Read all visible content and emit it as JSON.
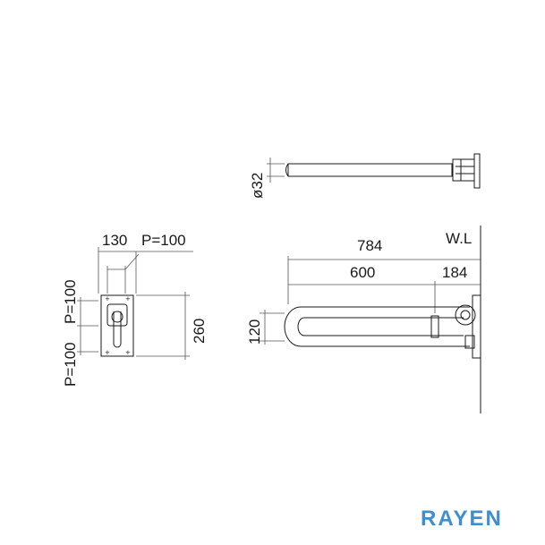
{
  "drawing": {
    "side_view": {
      "diameter_label": "ø32"
    },
    "front_view": {
      "waterline_label": "W.L",
      "overall_length_label": "784",
      "bar_length_label": "600",
      "bracket_offset_label": "184",
      "height_label": "120"
    },
    "base_plate": {
      "width_label": "130",
      "pitch_top_label": "P=100",
      "height_label": "260",
      "pitch_side_upper_label": "P=100",
      "pitch_side_lower_label": "P=100"
    }
  },
  "brand": {
    "logo_text": "RAYEN",
    "color": "#3f8fd0"
  }
}
